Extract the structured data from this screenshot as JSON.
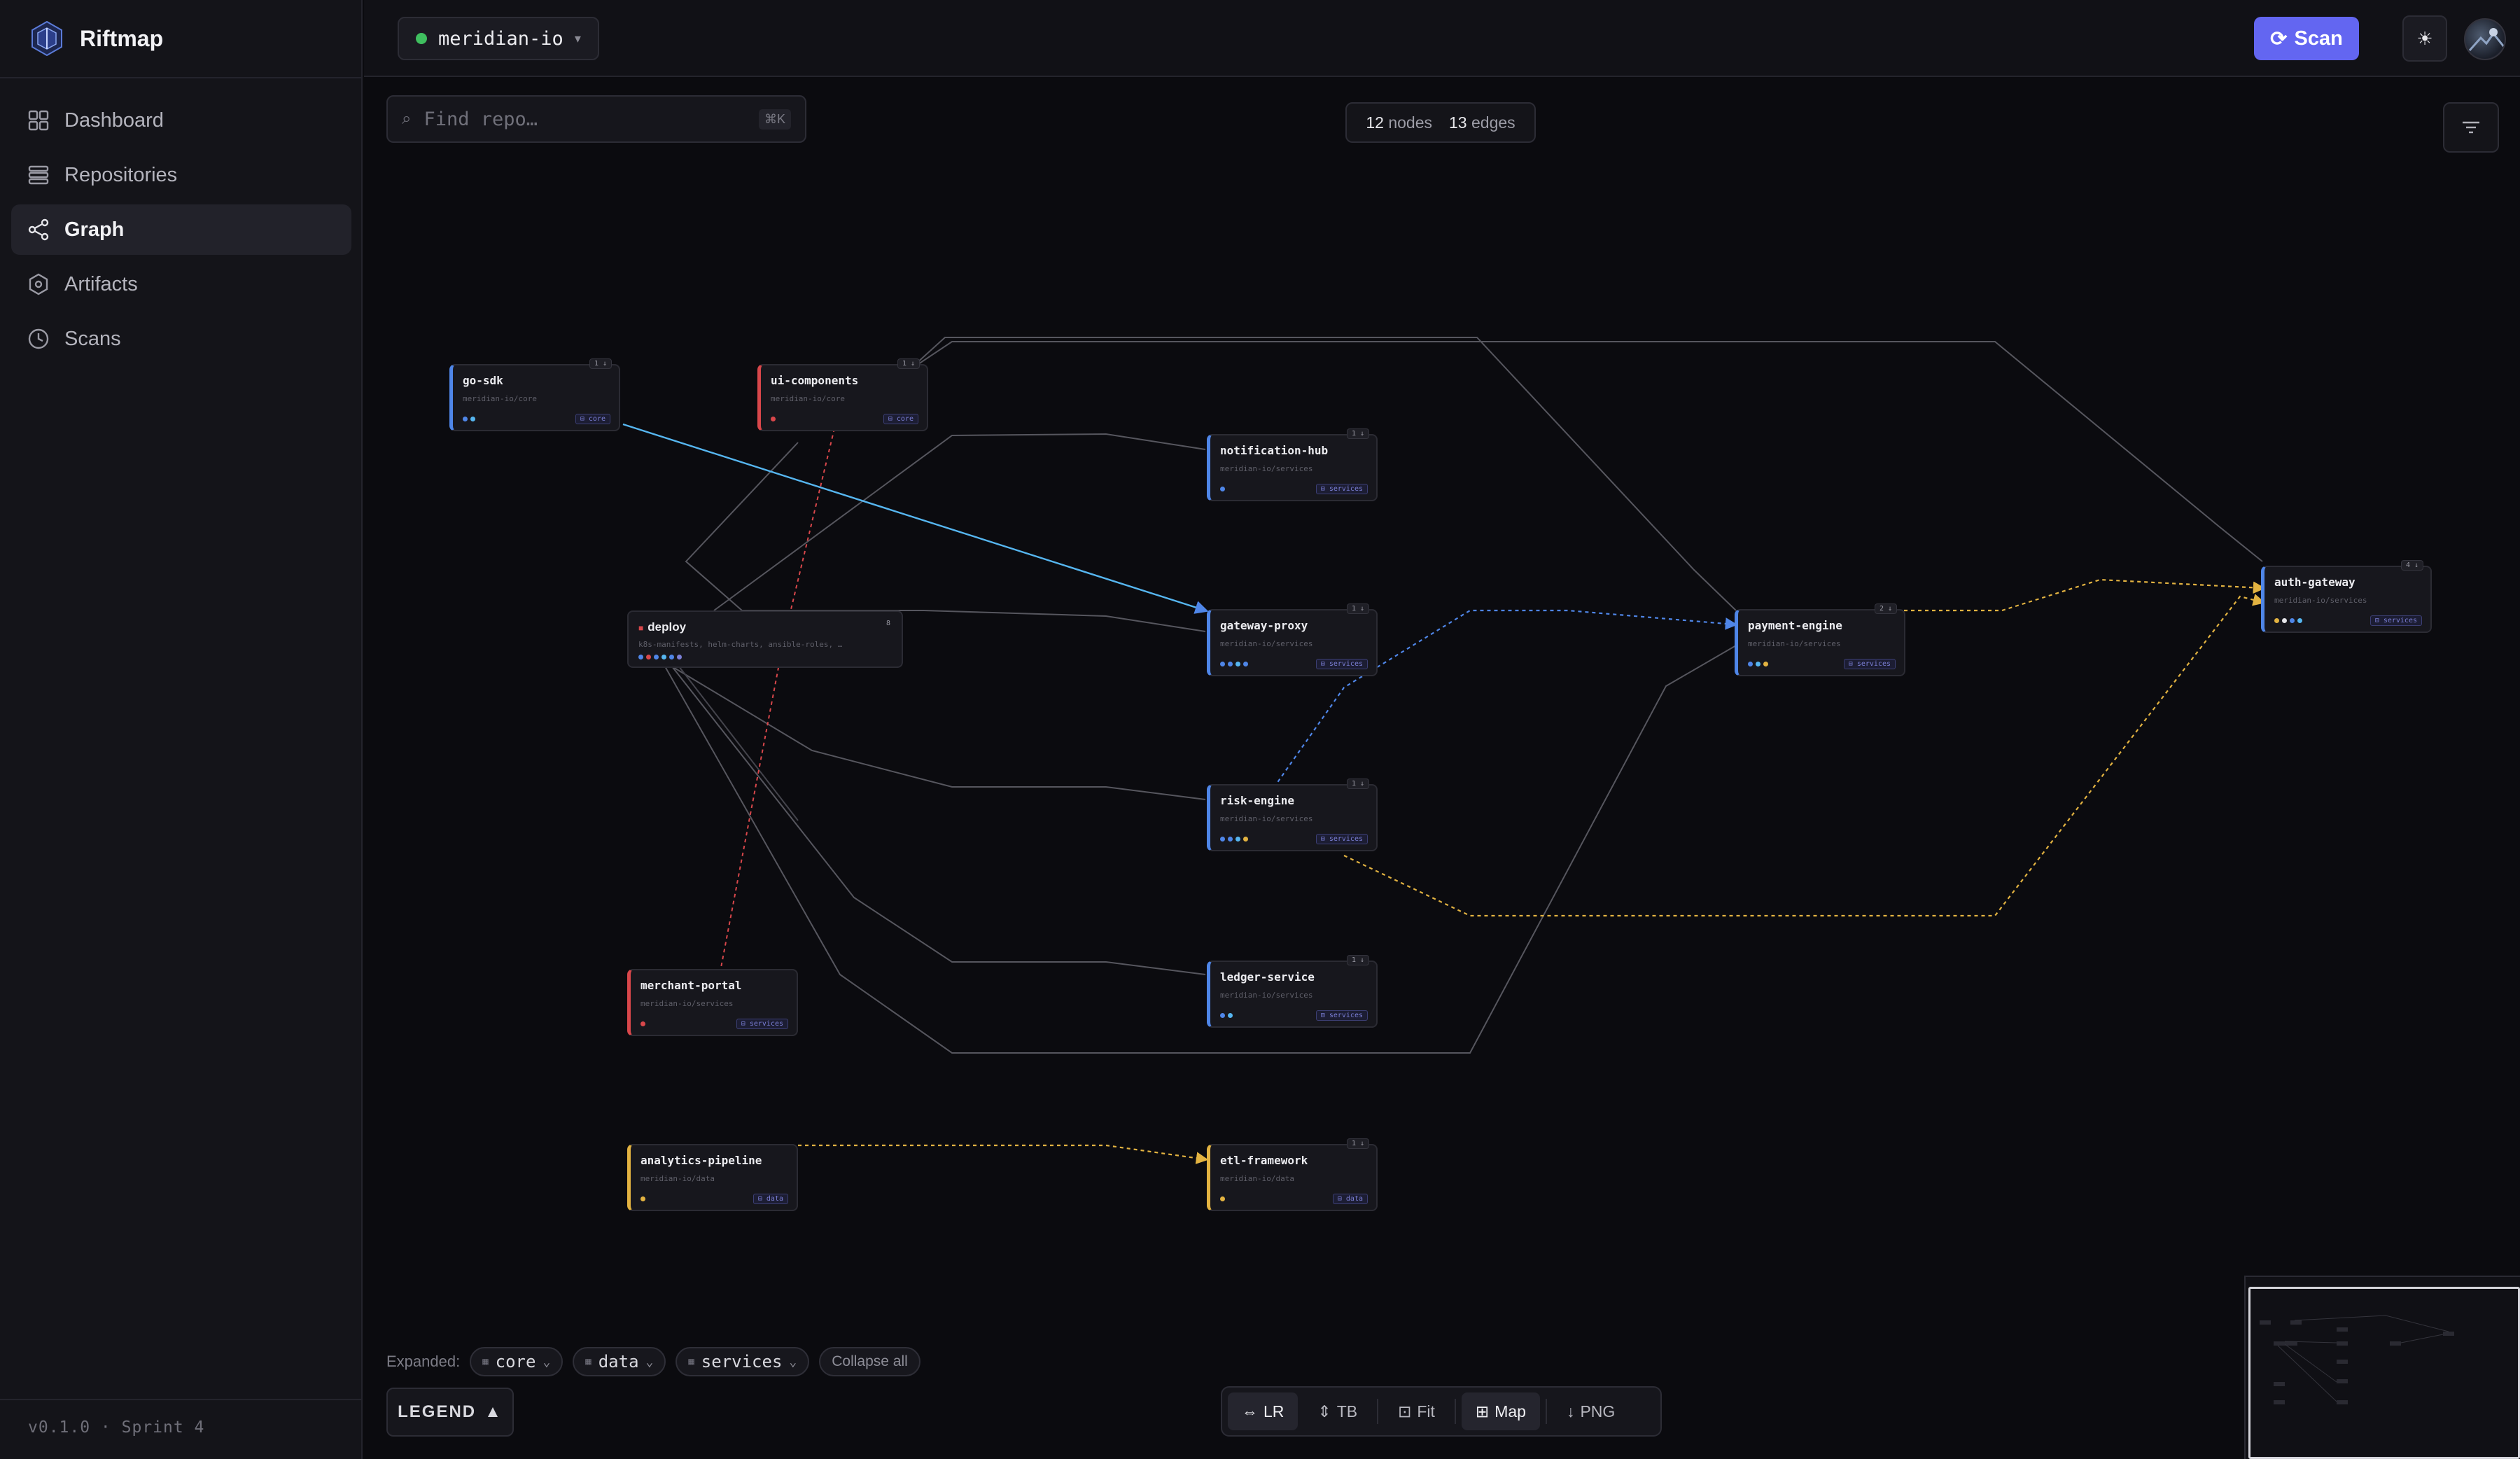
{
  "app": {
    "name": "Riftmap",
    "version": "v0.1.0 · Sprint 4"
  },
  "nav": [
    {
      "label": "Dashboard",
      "icon": "grid-icon",
      "active": false
    },
    {
      "label": "Repositories",
      "icon": "stack-icon",
      "active": false
    },
    {
      "label": "Graph",
      "icon": "share-icon",
      "active": true
    },
    {
      "label": "Artifacts",
      "icon": "hexagon-icon",
      "active": false
    },
    {
      "label": "Scans",
      "icon": "clock-icon",
      "active": false
    }
  ],
  "topbar": {
    "org": "meridian-io",
    "org_status_color": "#3fbf5f",
    "scan_label": "Scan",
    "accent": "#6366f1"
  },
  "search": {
    "placeholder": "Find repo…",
    "shortcut": "⌘K"
  },
  "stats": {
    "nodes": "12",
    "nodes_label": "nodes",
    "edges": "13",
    "edges_label": "edges"
  },
  "nodes": [
    {
      "id": "go-sdk",
      "name": "go-sdk",
      "path": "meridian-io/core",
      "group": "core",
      "count": "1",
      "dots": [
        "#4f86e8",
        "#56b6f0"
      ]
    },
    {
      "id": "ui-components",
      "name": "ui-components",
      "path": "meridian-io/core",
      "group": "core",
      "count": "1",
      "dots": [
        "#d9474b"
      ]
    },
    {
      "id": "notification-hub",
      "name": "notification-hub",
      "path": "meridian-io/services",
      "group": "services",
      "count": "1",
      "dots": [
        "#4f86e8"
      ]
    },
    {
      "id": "deploy",
      "name": "deploy",
      "path": "k8s-manifests, helm-charts, ansible-roles, …",
      "group": "",
      "count": "8",
      "dots": [
        "#4f86e8",
        "#d9474b",
        "#4f86e8",
        "#56b6f0",
        "#4f86e8",
        "#7b7fd6"
      ]
    },
    {
      "id": "gateway-proxy",
      "name": "gateway-proxy",
      "path": "meridian-io/services",
      "group": "services",
      "count": "1",
      "dots": [
        "#4f86e8",
        "#4f86e8",
        "#56b6f0",
        "#4f86e8"
      ]
    },
    {
      "id": "payment-engine",
      "name": "payment-engine",
      "path": "meridian-io/services",
      "group": "services",
      "count": "2",
      "dots": [
        "#4f86e8",
        "#56b6f0",
        "#e3b341"
      ]
    },
    {
      "id": "auth-gateway",
      "name": "auth-gateway",
      "path": "meridian-io/services",
      "group": "services",
      "count": "4",
      "dots": [
        "#e3b341",
        "#e6e6ea",
        "#4f86e8",
        "#56b6f0"
      ]
    },
    {
      "id": "risk-engine",
      "name": "risk-engine",
      "path": "meridian-io/services",
      "group": "services",
      "count": "1",
      "dots": [
        "#4f86e8",
        "#4f86e8",
        "#56b6f0",
        "#e3b341"
      ]
    },
    {
      "id": "merchant-portal",
      "name": "merchant-portal",
      "path": "meridian-io/services",
      "group": "services",
      "count": "",
      "dots": [
        "#d9474b"
      ]
    },
    {
      "id": "ledger-service",
      "name": "ledger-service",
      "path": "meridian-io/services",
      "group": "services",
      "count": "1",
      "dots": [
        "#4f86e8",
        "#56b6f0"
      ]
    },
    {
      "id": "analytics-pipeline",
      "name": "analytics-pipeline",
      "path": "meridian-io/data",
      "group": "data",
      "count": "",
      "dots": [
        "#e3b341"
      ]
    },
    {
      "id": "etl-framework",
      "name": "etl-framework",
      "path": "meridian-io/data",
      "group": "data",
      "count": "1",
      "dots": [
        "#e3b341"
      ]
    }
  ],
  "expanded": {
    "label": "Expanded:",
    "groups": [
      "core",
      "data",
      "services"
    ],
    "collapse_label": "Collapse all"
  },
  "legend": {
    "label": "LEGEND",
    "arrow": "▲"
  },
  "toolbar": [
    {
      "label": "LR",
      "icon": "⇔",
      "active": true
    },
    {
      "label": "TB",
      "icon": "⇕",
      "active": false
    },
    {
      "label": "Fit",
      "icon": "⊡",
      "active": false
    },
    {
      "label": "Map",
      "icon": "⊞",
      "active": true
    },
    {
      "label": "PNG",
      "icon": "↓",
      "active": false
    }
  ],
  "colors": {
    "core": "#4f86e8",
    "go": "#56b6f0",
    "npm": "#d9474b",
    "python": "#e3b341",
    "edge": "#5a5a62"
  }
}
